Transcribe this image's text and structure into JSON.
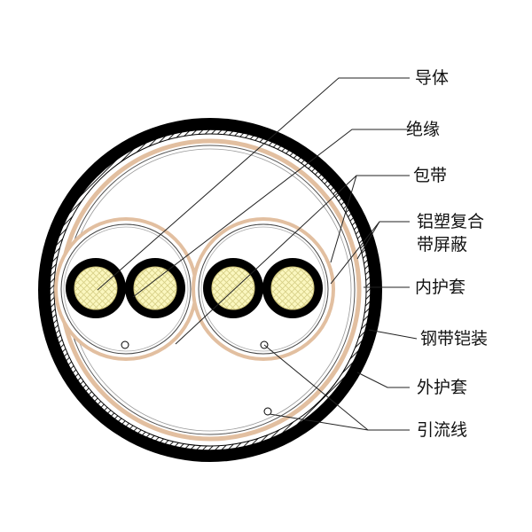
{
  "labels": {
    "conductor": "导体",
    "insulation": "绝缘",
    "wrapping_tape": "包带",
    "al_plastic_shield_line1": "铝塑复合",
    "al_plastic_shield_line2": "带屏蔽",
    "inner_sheath": "内护套",
    "steel_tape_armour": "钢带铠装",
    "outer_sheath": "外护套",
    "drain_wire": "引流线"
  },
  "colors": {
    "jacket": "#000000",
    "tan": "#e2bfa0",
    "conductor_fill": "#fbf7bf",
    "conductor_mesh": "#d6cf86",
    "leader": "#222222",
    "background": "#ffffff"
  }
}
